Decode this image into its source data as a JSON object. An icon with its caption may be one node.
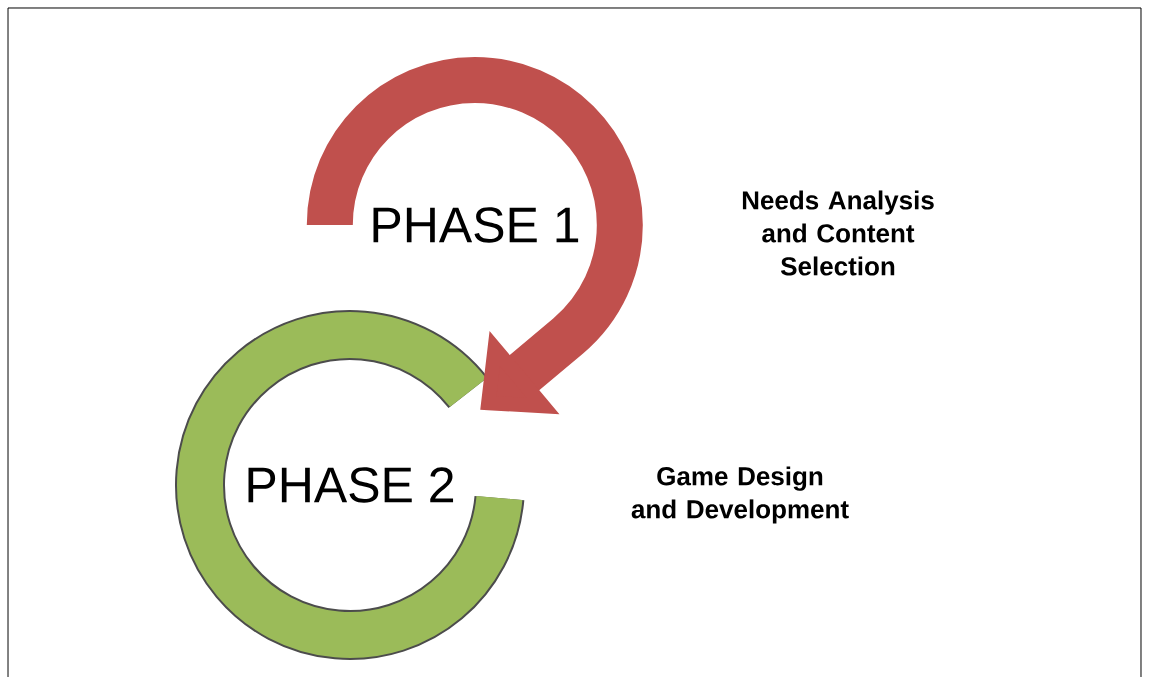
{
  "diagram": {
    "nodes": [
      {
        "text": [
          "PHASE 1"
        ]
      },
      {
        "text": [
          "PHASE 2"
        ]
      }
    ],
    "edges": [
      {
        "from": 0,
        "to": 1,
        "arrow": "to"
      }
    ],
    "labels": [
      "Needs Analysis and Content Selection",
      "Game Design and Development"
    ]
  }
}
